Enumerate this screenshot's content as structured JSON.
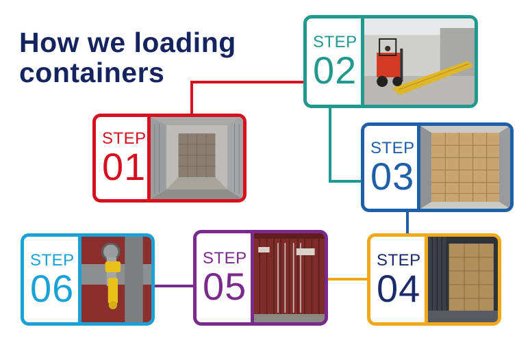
{
  "title": {
    "line1": "How we loading",
    "line2": "containers"
  },
  "colors": {
    "title": "#15235f",
    "step01": "#d6101f",
    "step02": "#21998f",
    "step03": "#1e5fa8",
    "step04": "#f0a81c",
    "step05": "#7a2a8c",
    "step06": "#1aa2d6"
  },
  "steps": [
    {
      "word": "STEP",
      "number": "01",
      "photo": "empty-container-interior"
    },
    {
      "word": "STEP",
      "number": "02",
      "photo": "forklift-warehouse-ramp"
    },
    {
      "word": "STEP",
      "number": "03",
      "photo": "boxes-stacked-in-container"
    },
    {
      "word": "STEP",
      "number": "04",
      "photo": "loaded-container-door-open"
    },
    {
      "word": "STEP",
      "number": "05",
      "photo": "closed-red-container-doors"
    },
    {
      "word": "STEP",
      "number": "06",
      "photo": "yellow-bolt-seal-on-lock"
    }
  ]
}
